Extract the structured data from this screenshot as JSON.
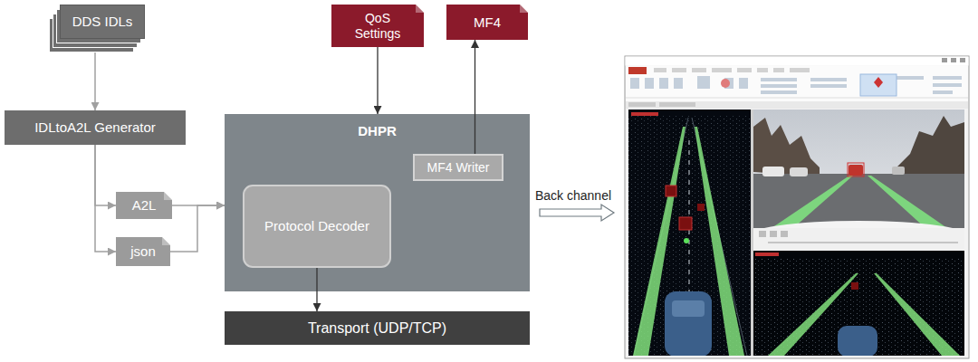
{
  "diagram": {
    "nodes": [
      {
        "text": [
          "DDS IDLs"
        ]
      },
      {
        "text": [
          "QoS Settings"
        ]
      },
      {
        "text": [
          "MF4"
        ]
      },
      {
        "text": [
          "IDLtoA2L Generator"
        ]
      },
      {
        "text": [
          "DHPR"
        ]
      },
      {
        "text": [
          "MF4 Writer"
        ],
        "in": 4
      },
      {
        "text": [
          "A2L"
        ]
      },
      {
        "text": [
          "Protocol Decoder"
        ],
        "in": 4
      },
      {
        "text": [
          "json"
        ]
      },
      {
        "text": [
          "Transport (UDP/TCP)"
        ]
      }
    ],
    "edges": [
      {
        "from": 0,
        "to": 3,
        "arrow": "to"
      },
      {
        "from": 3,
        "to": 6,
        "arrow": "to"
      },
      {
        "from": 3,
        "to": 8,
        "arrow": "to"
      },
      {
        "from": 6,
        "to": 4,
        "arrow": "to"
      },
      {
        "from": 8,
        "to": 4,
        "arrow": "to"
      },
      {
        "from": 1,
        "to": 4,
        "arrow": "to"
      },
      {
        "from": 5,
        "to": 2,
        "arrow": "to"
      },
      {
        "from": 7,
        "to": 9,
        "arrow": "to"
      }
    ],
    "labels": [
      "Back channel"
    ]
  }
}
